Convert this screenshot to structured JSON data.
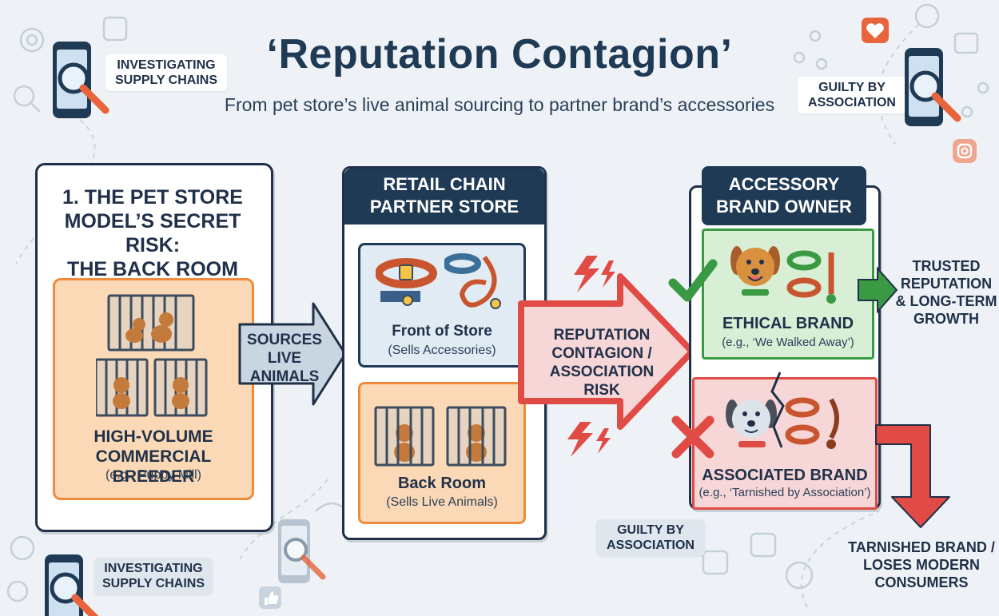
{
  "header": {
    "title": "‘Reputation Contagion’",
    "subtitle": "From pet store’s live animal sourcing to partner brand’s accessories"
  },
  "tags": {
    "investigating_top": "INVESTIGATING\nSUPPLY CHAINS",
    "guilty_top": "GUILTY BY\nASSOCIATION",
    "investigating_bottom": "INVESTIGATING\nSUPPLY CHAINS",
    "guilty_bottom": "GUILTY BY\nASSOCIATION"
  },
  "panel1": {
    "heading": "1. THE PET STORE\nMODEL’S SECRET RISK:\nTHE BACK ROOM",
    "breeder_title": "HIGH-VOLUME\nCOMMERCIAL BREEDER",
    "breeder_sub": "(e.g., Puppy Mill)"
  },
  "arrow1": {
    "label": "SOURCES\nLIVE\nANIMALS"
  },
  "panel2": {
    "heading": "RETAIL CHAIN\nPARTNER STORE",
    "front_title": "Front of Store",
    "front_sub": "(Sells Accessories)",
    "back_title": "Back Room",
    "back_sub": "(Sells Live Animals)"
  },
  "arrow2": {
    "label": "REPUTATION\nCONTAGION /\nASSOCIATION\nRISK"
  },
  "panel3": {
    "heading": "ACCESSORY\nBRAND OWNER",
    "ethical_title": "ETHICAL BRAND",
    "ethical_sub": "(e.g., ‘We Walked Away’)",
    "associated_title": "ASSOCIATED BRAND",
    "associated_sub": "(e.g., ‘Tarnished by Association’)"
  },
  "outcomes": {
    "positive": "TRUSTED\nREPUTATION\n& LONG-TERM\nGROWTH",
    "negative": "TARNISHED BRAND /\nLOSES MODERN\nCONSUMERS"
  },
  "colors": {
    "navy": "#1f3a55",
    "orange_fill": "#fbd9b6",
    "orange_border": "#f08a3c",
    "blue_fill": "#e1ebf4",
    "green_fill": "#d8eed5",
    "red_fill": "#f6d6d6",
    "red_arrow": "#e04b45",
    "green_arrow": "#3a9a43"
  },
  "icons": [
    "magnifier-phone-icon",
    "cage-dog-icon",
    "collar-icon",
    "leash-icon",
    "check-icon",
    "cross-icon",
    "lightning-icon",
    "heart-icon",
    "thumbs-up-icon"
  ]
}
